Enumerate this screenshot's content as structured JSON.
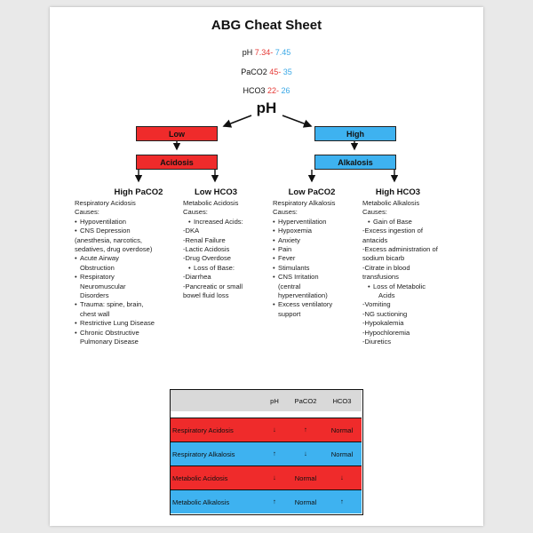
{
  "title": "ABG Cheat Sheet",
  "ranges": [
    {
      "label": "pH",
      "low": "7.34",
      "high": "7.45"
    },
    {
      "label": "PaCO2",
      "low": "45",
      "high": "35"
    },
    {
      "label": "HCO3",
      "low": "22",
      "high": "26"
    }
  ],
  "ph_label": "pH",
  "low_label": "Low",
  "high_label": "High",
  "acidosis_label": "Acidosis",
  "alkalosis_label": "Alkalosis",
  "columns": [
    {
      "title": "High PaCO2",
      "lines": [
        {
          "t": "Respiratory Acidosis",
          "k": "ln"
        },
        {
          "t": "Causes:",
          "k": "ln"
        },
        {
          "t": "Hypoventilation",
          "k": "bul"
        },
        {
          "t": "CNS Depression",
          "k": "bul"
        },
        {
          "t": "(anesthesia, narcotics,",
          "k": "ln"
        },
        {
          "t": "sedatives, drug overdose)",
          "k": "ln"
        },
        {
          "t": "Acute Airway",
          "k": "bul"
        },
        {
          "t": "Obstruction",
          "k": "cont"
        },
        {
          "t": "Respiratory",
          "k": "bul"
        },
        {
          "t": "Neuromuscular",
          "k": "cont"
        },
        {
          "t": "Disorders",
          "k": "cont"
        },
        {
          "t": "Trauma: spine, brain,",
          "k": "bul"
        },
        {
          "t": "chest wall",
          "k": "cont"
        },
        {
          "t": "Restrictive Lung Disease",
          "k": "bul"
        },
        {
          "t": "Chronic Obstructive",
          "k": "bul"
        },
        {
          "t": "Pulmonary Disease",
          "k": "cont"
        }
      ]
    },
    {
      "title": "Low HCO3",
      "lines": [
        {
          "t": "Metabolic Acidosis",
          "k": "ln"
        },
        {
          "t": "Causes:",
          "k": "ln"
        },
        {
          "t": "Increased Acids:",
          "k": "ind"
        },
        {
          "t": "-DKA",
          "k": "ln"
        },
        {
          "t": "-Renal Failure",
          "k": "ln"
        },
        {
          "t": "-Lactic Acidosis",
          "k": "ln"
        },
        {
          "t": "-Drug Overdose",
          "k": "ln"
        },
        {
          "t": "Loss of Base:",
          "k": "ind"
        },
        {
          "t": "-Diarrhea",
          "k": "ln"
        },
        {
          "t": "-Pancreatic or small",
          "k": "ln"
        },
        {
          "t": "bowel fluid loss",
          "k": "ln"
        }
      ]
    },
    {
      "title": "Low PaCO2",
      "lines": [
        {
          "t": "Respiratory Alkalosis",
          "k": "ln"
        },
        {
          "t": "Causes:",
          "k": "ln"
        },
        {
          "t": "Hyperventilation",
          "k": "bul"
        },
        {
          "t": "Hypoxemia",
          "k": "bul"
        },
        {
          "t": "Anxiety",
          "k": "bul"
        },
        {
          "t": "Pain",
          "k": "bul"
        },
        {
          "t": "Fever",
          "k": "bul"
        },
        {
          "t": "Stimulants",
          "k": "bul"
        },
        {
          "t": "CNS Irritation",
          "k": "bul"
        },
        {
          "t": "(central",
          "k": "cont"
        },
        {
          "t": "hyperventilation)",
          "k": "cont"
        },
        {
          "t": "Excess ventilatory",
          "k": "bul"
        },
        {
          "t": "support",
          "k": "cont"
        }
      ]
    },
    {
      "title": "High HCO3",
      "lines": [
        {
          "t": "Metabolic Alkalosis",
          "k": "ln"
        },
        {
          "t": "Causes:",
          "k": "ln"
        },
        {
          "t": "Gain of Base",
          "k": "ind"
        },
        {
          "t": "-Excess ingestion of",
          "k": "ln"
        },
        {
          "t": "antacids",
          "k": "ln"
        },
        {
          "t": "-Excess administration of",
          "k": "ln"
        },
        {
          "t": "sodium bicarb",
          "k": "ln"
        },
        {
          "t": "-Citrate in blood",
          "k": "ln"
        },
        {
          "t": "transfusions",
          "k": "ln"
        },
        {
          "t": "Loss of Metabolic",
          "k": "ind"
        },
        {
          "t": "Acids",
          "k": "indcont"
        },
        {
          "t": "-Vomiting",
          "k": "ln"
        },
        {
          "t": "-NG suctioning",
          "k": "ln"
        },
        {
          "t": "-Hypokalemia",
          "k": "ln"
        },
        {
          "t": "-Hypochloremia",
          "k": "ln"
        },
        {
          "t": "-Diuretics",
          "k": "ln"
        }
      ]
    }
  ],
  "table": {
    "headers": [
      "pH",
      "PaCO2",
      "HCO3"
    ],
    "rows": [
      {
        "name": "Respiratory Acidosis",
        "color": "red",
        "ph": "down",
        "paco2": "up",
        "hco3": "Normal"
      },
      {
        "name": "Respiratory Alkalosis",
        "color": "blue",
        "ph": "up",
        "paco2": "down",
        "hco3": "Normal"
      },
      {
        "name": "Metabolic Acidosis",
        "color": "red",
        "ph": "down",
        "paco2": "Normal",
        "hco3": "down"
      },
      {
        "name": "Metabolic Alkalosis",
        "color": "blue",
        "ph": "up",
        "paco2": "Normal",
        "hco3": "up"
      }
    ]
  },
  "colors": {
    "red": "#ef2b2b",
    "blue": "#3eb2f0",
    "low_text": "#e53935",
    "high_text": "#3aa8e6"
  }
}
